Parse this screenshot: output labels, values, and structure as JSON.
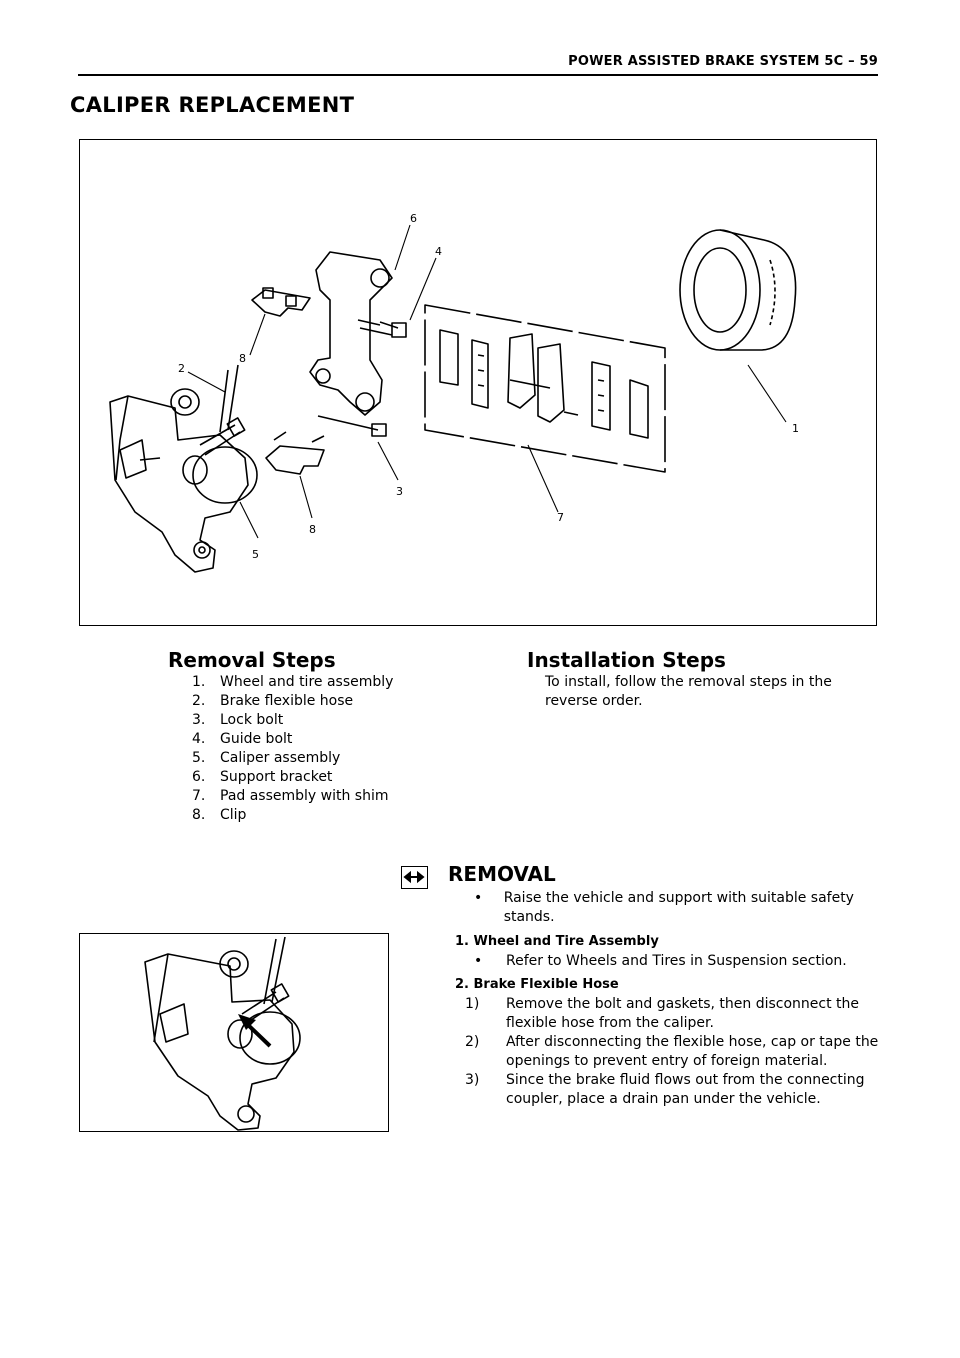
{
  "header": {
    "running_head": "POWER ASSISTED BRAKE SYSTEM  5C – 59"
  },
  "page": {
    "title": "CALIPER REPLACEMENT"
  },
  "figure": {
    "callouts": [
      "1",
      "2",
      "3",
      "4",
      "5",
      "6",
      "7",
      "8",
      "8"
    ]
  },
  "removal_steps": {
    "heading": "Removal Steps",
    "items": [
      {
        "num": "1.",
        "text": "Wheel and tire assembly"
      },
      {
        "num": "2.",
        "text": "Brake flexible hose"
      },
      {
        "num": "3.",
        "text": "Lock bolt"
      },
      {
        "num": "4.",
        "text": "Guide bolt"
      },
      {
        "num": "5.",
        "text": "Caliper assembly"
      },
      {
        "num": "6.",
        "text": "Support bracket"
      },
      {
        "num": "7.",
        "text": "Pad assembly with shim"
      },
      {
        "num": "8.",
        "text": "Clip"
      }
    ]
  },
  "installation_steps": {
    "heading": "Installation Steps",
    "text": "To install, follow the removal steps in the reverse order."
  },
  "removal": {
    "icon": "removal-arrows-icon",
    "heading": "REMOVAL",
    "bullet": "Raise the vehicle and support with suitable safety stands.",
    "wheel_heading": "1. Wheel and Tire Assembly",
    "wheel_bullet": "Refer to Wheels and Tires in Suspension section.",
    "hose_heading": "2. Brake Flexible Hose",
    "hose_steps": [
      {
        "num": "1)",
        "text": "Remove the bolt and gaskets, then disconnect the flexible hose from the caliper."
      },
      {
        "num": "2)",
        "text": "After disconnecting the flexible hose, cap or tape the openings to prevent entry of foreign material."
      },
      {
        "num": "3)",
        "text": "Since the brake fluid flows out from the connecting coupler, place a drain pan under the vehicle."
      }
    ]
  }
}
